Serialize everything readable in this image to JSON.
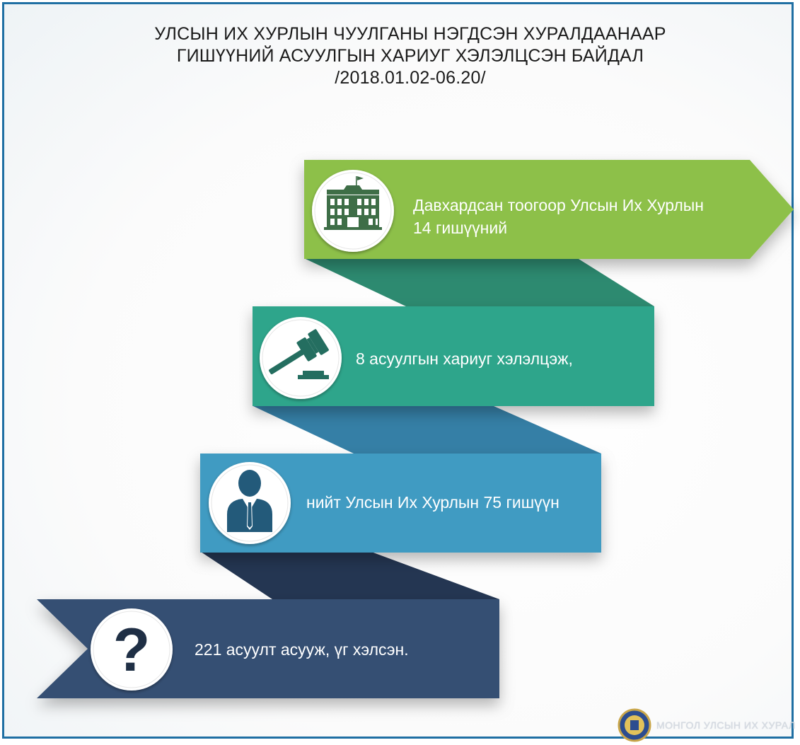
{
  "title": {
    "line1": "УЛСЫН ИХ ХУРЛЫН ЧУУЛГАНЫ НЭГДСЭН ХУРАЛДААНААР",
    "line2": "ГИШҮҮНИЙ АСУУЛГЫН ХАРИУГ ХЭЛЭЛЦСЭН БАЙДАЛ",
    "line3": "/2018.01.02-06.20/"
  },
  "steps": [
    {
      "icon": "parliament-building-icon",
      "line1": "Давхардсан тоогоор Улсын Их Хурлын",
      "line2": "14 гишүүний",
      "color": "#8dc04a"
    },
    {
      "icon": "gavel-icon",
      "line1": "8 асуулгын хариуг хэлэлцэж,",
      "color": "#2fa58b"
    },
    {
      "icon": "person-icon",
      "line1": "нийт Улсын Их Хурлын 75 гишүүн",
      "color": "#3f9bc2"
    },
    {
      "icon": "question-mark-icon",
      "line1": "221 асуулт асууж, үг хэлсэн.",
      "color": "#344f73"
    }
  ],
  "footer": {
    "emblem_text": "МОНГОЛ УЛСЫН ИХ ХУРАЛ"
  }
}
